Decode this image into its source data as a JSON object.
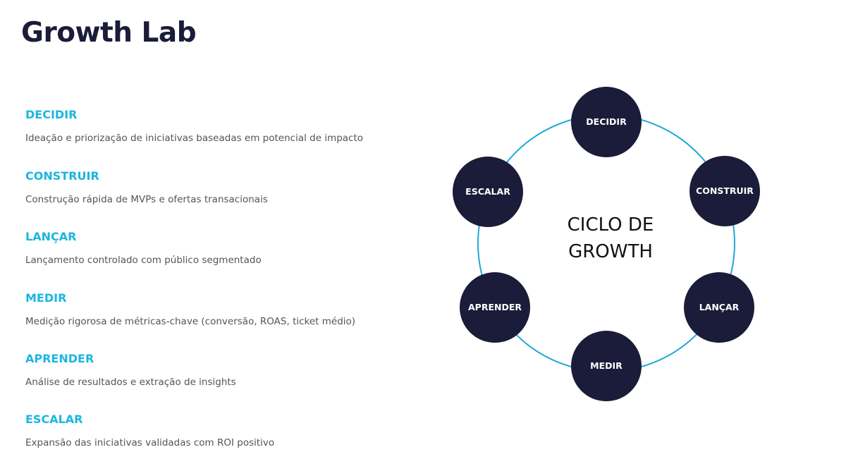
{
  "header": {
    "title": "Growth Lab"
  },
  "steps": [
    {
      "title": "DECIDIR",
      "description": "Ideação e priorização de iniciativas baseadas em potencial de impacto"
    },
    {
      "title": "CONSTRUIR",
      "description": "Construção rápida de MVPs e ofertas transacionais"
    },
    {
      "title": "LANÇAR",
      "description": "Lançamento controlado com público segmentado"
    },
    {
      "title": "MEDIR",
      "description": "Medição rigorosa de métricas-chave (conversão, ROAS, ticket médio)"
    },
    {
      "title": "APRENDER",
      "description": "Análise de resultados e extração de insights"
    },
    {
      "title": "ESCALAR",
      "description": "Expansão das iniciativas validadas com ROI positivo"
    }
  ],
  "cycle": {
    "center_line1": "CICLO DE",
    "center_line2": "GROWTH",
    "nodes": [
      "DECIDIR",
      "CONSTRUIR",
      "LANÇAR",
      "MEDIR",
      "APRENDER",
      "ESCALAR"
    ],
    "ring_color": "#1fa8d6",
    "node_color": "#1b1b3a"
  },
  "colors": {
    "title": "#1b1b3a",
    "accent": "#1cb6e0",
    "body_text": "#555555"
  }
}
